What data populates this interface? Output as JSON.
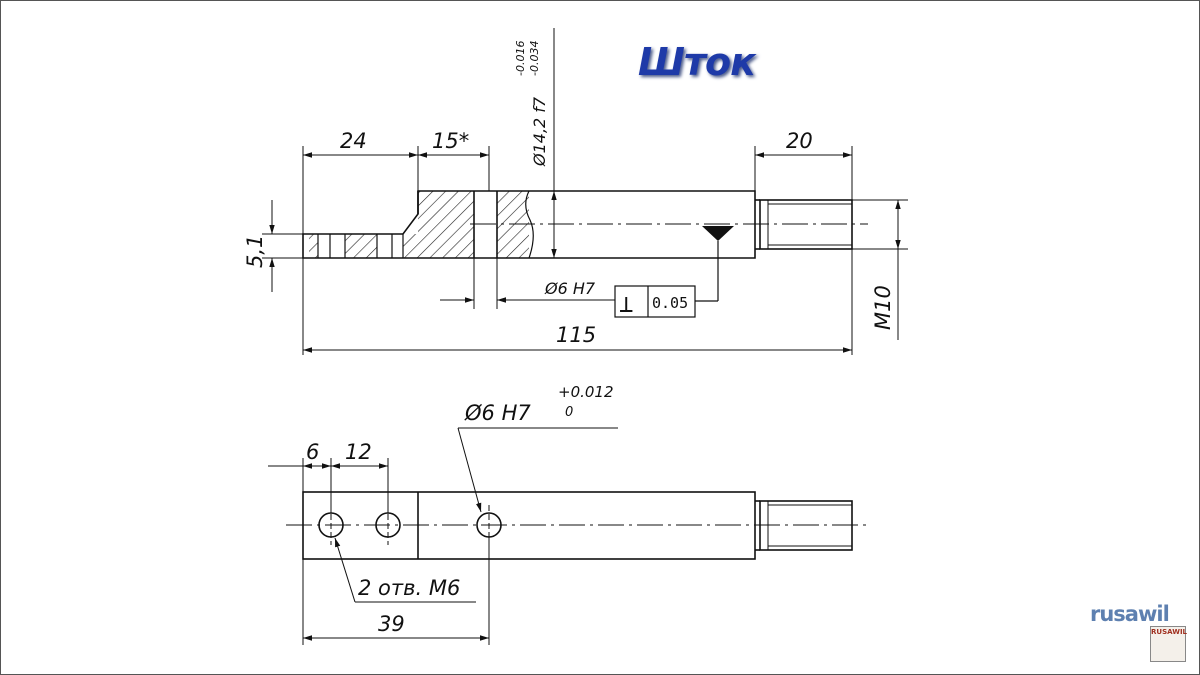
{
  "title": "Шток",
  "top_view": {
    "dim_24": "24",
    "dim_15": "15*",
    "dim_20": "20",
    "dim_5_1": "5,1",
    "dim_115": "115",
    "dim_m10": "M10",
    "dia_main": "Ø14,2 f7",
    "dia_tol_upper": "-0.016",
    "dia_tol_lower": "-0.034",
    "hole_fit": "Ø6 H7",
    "gdt_symbol": "⊥",
    "gdt_value": "0.05"
  },
  "bottom_view": {
    "dim_6": "6",
    "dim_12": "12",
    "dim_39": "39",
    "hole_fit": "Ø6 H7",
    "hole_tol_upper": "+0.012",
    "hole_tol_lower": "0",
    "threaded_holes": "2 отв. М6"
  },
  "logo": {
    "text": "rusawil",
    "badge": "RUSAWIL"
  }
}
